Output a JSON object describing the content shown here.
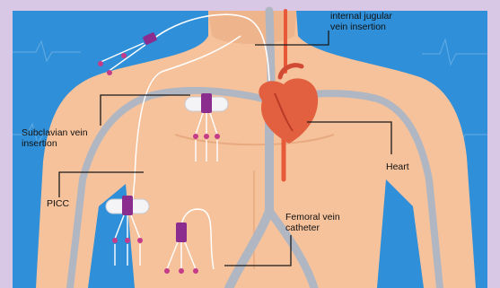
{
  "labels": {
    "internal_jugular": [
      "internal jugular",
      "vein insertion"
    ],
    "subclavian": [
      "Subclavian vein",
      "insertion"
    ],
    "picc": "PICC",
    "heart": "Heart",
    "femoral": [
      "Femoral vein",
      "catheter"
    ]
  },
  "colors": {
    "frame": "#d9c7e6",
    "background": "#2f8fd8",
    "skin": "#f6c29b",
    "skin_shadow": "#e8aa80",
    "vein": "#b0b6c2",
    "artery": "#e8593a",
    "heart": "#e2603f",
    "catheter_hub": "#8a2d8f",
    "clamp": "#c43b8a",
    "line": "#1a1a1a"
  },
  "icons": [
    "central-line-catheter-icon",
    "heart-icon",
    "ecg-line-icon"
  ]
}
